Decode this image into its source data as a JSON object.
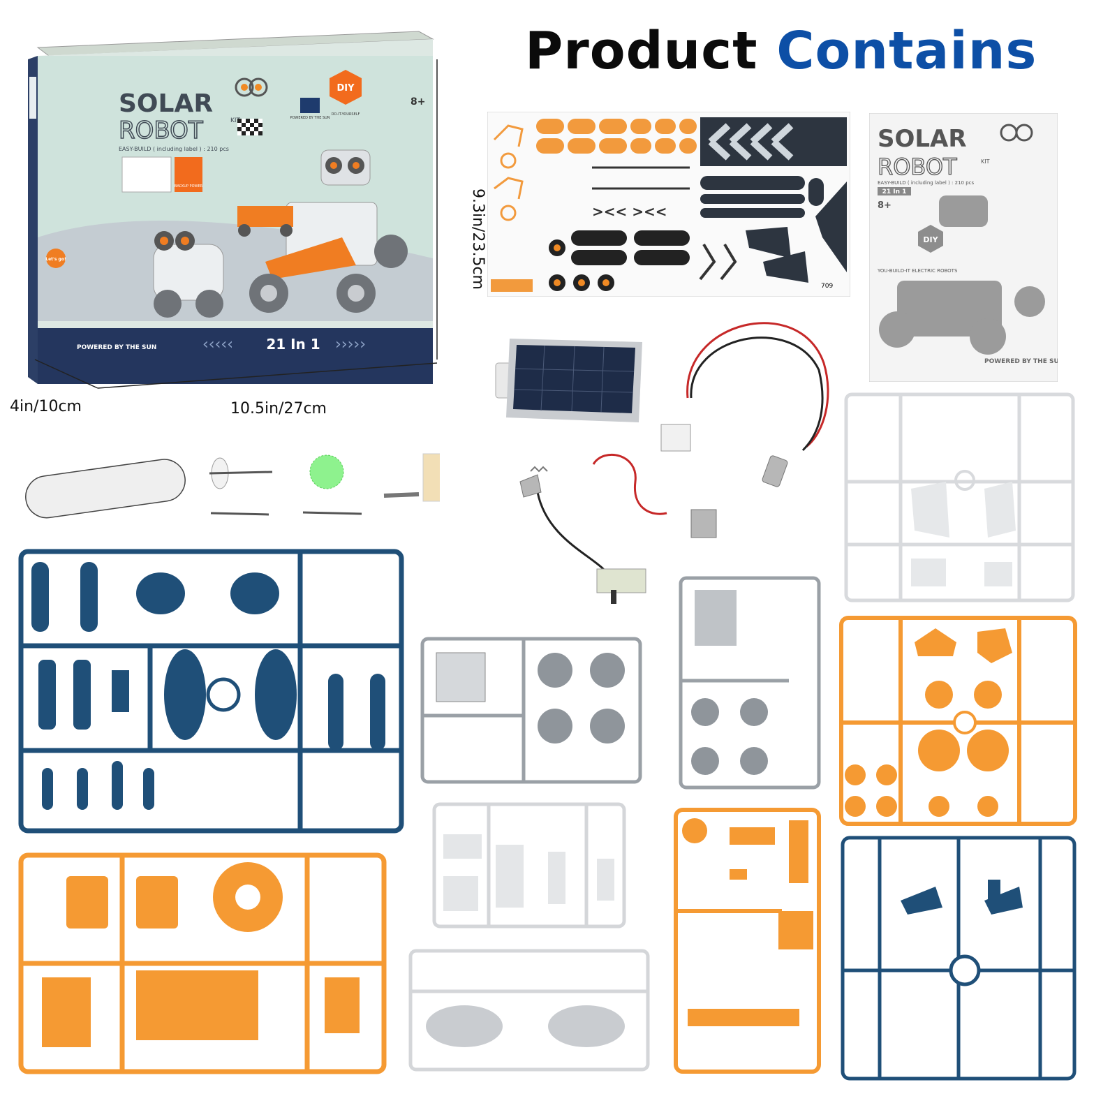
{
  "header": {
    "word1": "Product",
    "word2": "Contains"
  },
  "dimensions": {
    "width": "10.5in/27cm",
    "height": "9.3in/23.5cm",
    "depth": "4in/10cm"
  },
  "box": {
    "brand_top": "SOLAR",
    "brand_bottom": "ROBOT",
    "kit": "KIT",
    "subtitle": "EASY-BUILD ( including label ) : 210 pcs",
    "age": "8+",
    "diy": "DIY",
    "diy_sub": "DO-IT-YOURSELF",
    "powered_badge": "POWERED BY THE SUN",
    "backup": "BACKUP POWER",
    "lets_go": "Let's go!",
    "count": "21 In 1",
    "powered_footer": "POWERED BY THE SUN"
  },
  "manual": {
    "brand_top": "SOLAR",
    "brand_bottom": "ROBOT",
    "kit": "KIT",
    "subtitle": "EASY-BUILD ( including label ) : 210 pcs",
    "count": "21 In 1",
    "age": "8+",
    "diy": "DIY",
    "blurb": "YOU-BUILD-IT ELECTRIC ROBOTS",
    "powered": "POWERED BY THE SUN"
  },
  "sticker_sheet": {
    "number": "709"
  },
  "colors": {
    "blue": "#1f4f78",
    "orange": "#f59a33",
    "gray": "#9aa0a6",
    "white_frame": "#e4e6e8",
    "title_blue": "#0d4fa6"
  }
}
